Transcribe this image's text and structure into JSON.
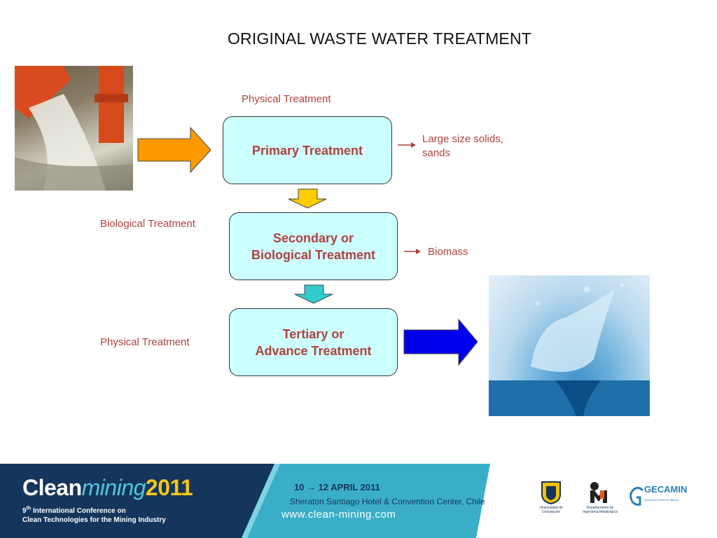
{
  "title": "ORIGINAL WASTE WATER TREATMENT",
  "labels": {
    "physical_top": "Physical  Treatment",
    "biological": "Biological  Treatment",
    "physical_bottom": "Physical Treatment"
  },
  "boxes": {
    "primary": [
      "Primary Treatment"
    ],
    "secondary": [
      "Secondary or",
      "Biological Treatment"
    ],
    "tertiary": [
      "Tertiary or",
      "Advance Treatment"
    ]
  },
  "outputs": {
    "primary": [
      "Large size solids,",
      "sands"
    ],
    "secondary": "Biomass"
  },
  "colors": {
    "text_accent": "#b0413e",
    "box_fill": "#ccffff",
    "arrow_orange": "#ff9900",
    "arrow_yellow": "#ffcc00",
    "arrow_teal": "#33cccc",
    "arrow_blue": "#0000ee",
    "footer_dark": "#14355c",
    "footer_light": "#3aaec6"
  },
  "footer": {
    "brand_main": "Clean",
    "brand_italic": "mining",
    "brand_year": "2011",
    "conference_line1_prefix": "9",
    "conference_line1_sup": "th",
    "conference_line1_rest": " International Conference on",
    "conference_line2": "Clean Technologies for the Mining Industry",
    "dates": "10 → 12 APRIL 2011",
    "venue": "Sheraton Santiago Hotel & Convention Center, Chile",
    "website": "www.clean-mining.com",
    "logos": {
      "udec_caption": "Universidad de Concepción",
      "dimet_caption": "Departamento de Ingeniería Metalúrgica",
      "gecamin_name": "GECAMIN",
      "gecamin_tagline": "Technical Events for Mining"
    }
  }
}
